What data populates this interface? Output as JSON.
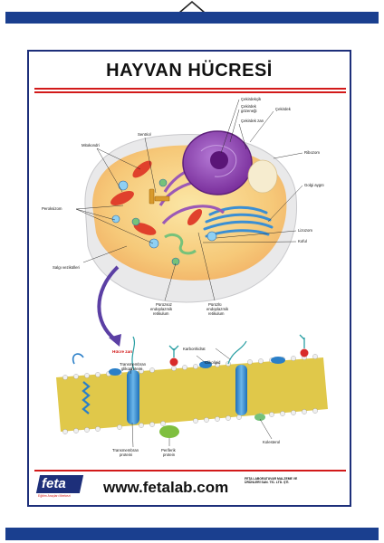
{
  "poster": {
    "title": "HAYVAN HÜCRESİ",
    "website": "www.fetalab.com",
    "logo": {
      "brand": "feta",
      "tagline": "Eğitim Araçları Merkezi"
    },
    "company": {
      "line1": "FETA LABORATUVAR MALZEME VE",
      "line2": "ÜRÜNLERİ SAN. TİC. LTD. ŞTİ."
    }
  },
  "labels": {
    "cekirdekcik": "Çekirdekçik",
    "cekirdek_gozenegi_1": "Çekirdek",
    "cekirdek_gozenegi_2": "gözeneği",
    "cekirdek": "Çekirdek",
    "cekirdek_zari": "Çekirdek zarı",
    "ribozom": "Ribozom",
    "golgi": "Golgi aygıtı",
    "lizozom": "Lizozom",
    "koful": "Koful",
    "sentriol": "Sentriol",
    "mitokondri": "Mitokondri",
    "peroksizom": "Peroksizom",
    "salgi": "Salgı vezikülleri",
    "puruzsuz_1": "Pürüzsüz",
    "puruzsuz_2": "endoplazmik",
    "puruzsuz_3": "retikulum",
    "puruzlu_1": "Pürüzlü",
    "puruzlu_2": "endoplazmik",
    "puruzlu_3": "retikulum",
    "hucre_zari": "Hücre zarı",
    "transmembran_gliko_1": "Transmembran",
    "transmembran_gliko_2": "glikoproteini",
    "karbonhidrat": "Karbonhidrat",
    "glikolipid": "Glikolipid",
    "transmembran_protein_1": "Transmembran",
    "transmembran_protein_2": "proteini",
    "periferik_1": "Periferik",
    "periferik_2": "protein",
    "kolesterol": "Kolesterol"
  },
  "colors": {
    "banner": "#1a3f8f",
    "frame": "#1d2f7a",
    "accent_red": "#d21a1a",
    "cytoplasm": "#f6d487",
    "nucleus": "#8e44ad",
    "membrane_tails": "#d6c237"
  }
}
